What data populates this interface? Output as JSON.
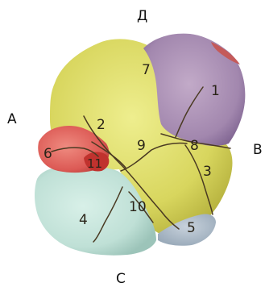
{
  "directions": {
    "top": "Д",
    "left": "А",
    "right": "В",
    "bottom": "С"
  },
  "regions": [
    {
      "number": "1",
      "color": "#a78db2"
    },
    {
      "number": "2",
      "color": "#dada6a"
    },
    {
      "number": "3",
      "color": "#d8d65e"
    },
    {
      "number": "4",
      "color": "#bfe0d6"
    },
    {
      "number": "5",
      "color": "#a9b7c4"
    },
    {
      "number": "6",
      "color": "#dc5a55"
    },
    {
      "number": "7",
      "color": "#d9d964"
    },
    {
      "number": "8",
      "color": "#d8d65e"
    },
    {
      "number": "9",
      "color": "#dada6a"
    },
    {
      "number": "10",
      "color": "#c4dcc8"
    },
    {
      "number": "11",
      "color": "#c0322e"
    }
  ]
}
